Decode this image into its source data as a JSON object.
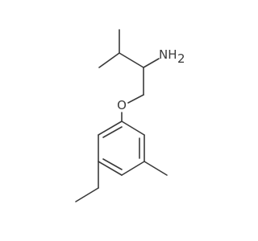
{
  "molecule": {
    "atoms": {
      "amine": "NH",
      "amine_h_count": "2",
      "oxygen": "O"
    },
    "colors": {
      "bond": "#3a3a3a",
      "label": "#3a3a3a",
      "background": "#ffffff"
    }
  }
}
